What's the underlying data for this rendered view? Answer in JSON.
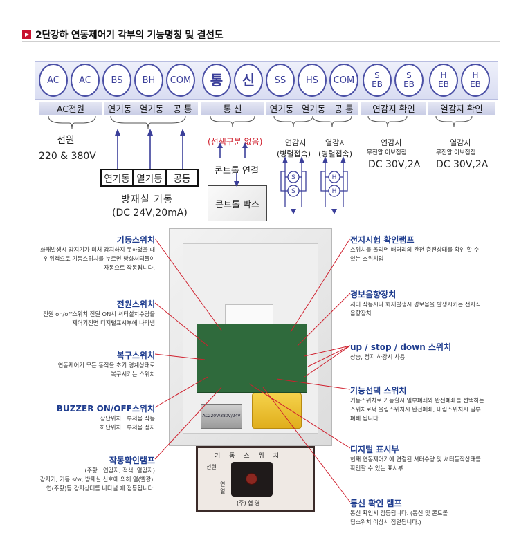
{
  "header": {
    "title": "2단강하 연동제어기 각부의 기능명칭 및 결선도"
  },
  "terminals": [
    {
      "label": "AC",
      "kind": "sm"
    },
    {
      "label": "AC",
      "kind": "sm"
    },
    {
      "label": "BS",
      "kind": "sm"
    },
    {
      "label": "BH",
      "kind": "sm"
    },
    {
      "label": "COM",
      "kind": "sm"
    },
    {
      "label": "통",
      "kind": "big"
    },
    {
      "label": "신",
      "kind": "big"
    },
    {
      "label": "SS",
      "kind": "sm"
    },
    {
      "label": "HS",
      "kind": "sm"
    },
    {
      "label": "COM",
      "kind": "sm"
    },
    {
      "label": "S\nEB",
      "kind": "two"
    },
    {
      "label": "S\nEB",
      "kind": "two"
    },
    {
      "label": "H\nEB",
      "kind": "two"
    },
    {
      "label": "H\nEB",
      "kind": "two"
    }
  ],
  "groups": {
    "ac": "AC전원",
    "bs": "연기동",
    "bh": "열기동",
    "com1": "공 통",
    "comm": "통  신",
    "ss": "연기동",
    "hs": "열기동",
    "com2": "공 통",
    "seb": "연감지 확인",
    "heb": "열감지 확인"
  },
  "power": {
    "title": "전원",
    "spec": "220 & 380V"
  },
  "start": {
    "boxes": [
      "연기동",
      "열기동",
      "공통"
    ],
    "title": "방재실 기동",
    "spec": "(DC 24V,20mA)"
  },
  "comm": {
    "note": "(선색구분 없음)",
    "link": "콘트롤 연결",
    "box": "콘트롤 박스"
  },
  "sensors": {
    "smoke": {
      "title": "연감지",
      "sub": "(병렬접속)",
      "sym": "S"
    },
    "heat": {
      "title": "열감지",
      "sub": "(병렬접속)",
      "sym": "H"
    }
  },
  "checks": {
    "smoke": {
      "title": "연감지",
      "sub": "무전압 이보접점",
      "spec": "DC 30V,2A"
    },
    "heat": {
      "title": "열감지",
      "sub": "무전압 이보접점",
      "spec": "DC 30V,2A"
    }
  },
  "device": {
    "transformer": "AC220V/380V/24V"
  },
  "panel": {
    "title": "기 동 스 위 치",
    "left_top": "전원",
    "left_bottom": "연\n열",
    "brand": "(주) 협 영"
  },
  "callouts_left": [
    {
      "title": "기동스위치",
      "body": "화재발생시 감지기가 미처 감지하지 못하였을 때\n인위적으로 기동스위치를 누르면 방화셔터들이\n자동으로 작동됩니다."
    },
    {
      "title": "전원스위치",
      "body": "전원 on/off스위치 전원 ON시 셔터설치수량을\n제어기전면 디지털표시부에 나타냄"
    },
    {
      "title": "복구스위치",
      "body": "연동제어기 모든 동작을 초기 경계상태로\n복구시키는 스위치"
    },
    {
      "title": "BUZZER ON/OFF스위치",
      "body": "상단위치 : 부저음 작동\n하단위치 : 부저음 정지"
    },
    {
      "title": "작동확인램프",
      "body": "(주황 : 연감지, 적색 :열감지)\n감지기, 기동 s/w, 방재실 신호에 의해 열(빨강),\n연(주황)등 감지상태를 나타낼 때 점등됩니다."
    }
  ],
  "callouts_right": [
    {
      "title": "전지시험 확인램프",
      "body": "스위치를 올리면 배터리의 완전 충전상태를 확인 할 수\n있는 스위치임"
    },
    {
      "title": "경보음향장치",
      "body": "셔터 작동시나 화재발생시 경보음을 발생시키는 전자식\n음향장치"
    },
    {
      "title": "up / stop / down 스위치",
      "body": "상승, 정지 하강시 사용"
    },
    {
      "title": "기능선택 스위치",
      "body": "기동스위치로 기동할시 일부폐쇄와 완전폐쇄를 선택하는\n스위치로써 올림스위치시 완전폐쇄, 내림스위치시 일부\n폐쇄 됩니다."
    },
    {
      "title": "디지털 표시부",
      "body": "현재 연동제어기에 연결된 셔터수량 및 셔터동작상태를\n확인할 수 있는 표시부"
    },
    {
      "title": "통신 확인 램프",
      "body": "통신 확인시 점등됩니다. (통신 및 콘트롤\n딥스위치 이상시 점멸됩니다.)"
    }
  ],
  "colors": {
    "accent": "#1f3d8f",
    "terminal": "#4b50a6",
    "callout_line": "#d0202e"
  }
}
